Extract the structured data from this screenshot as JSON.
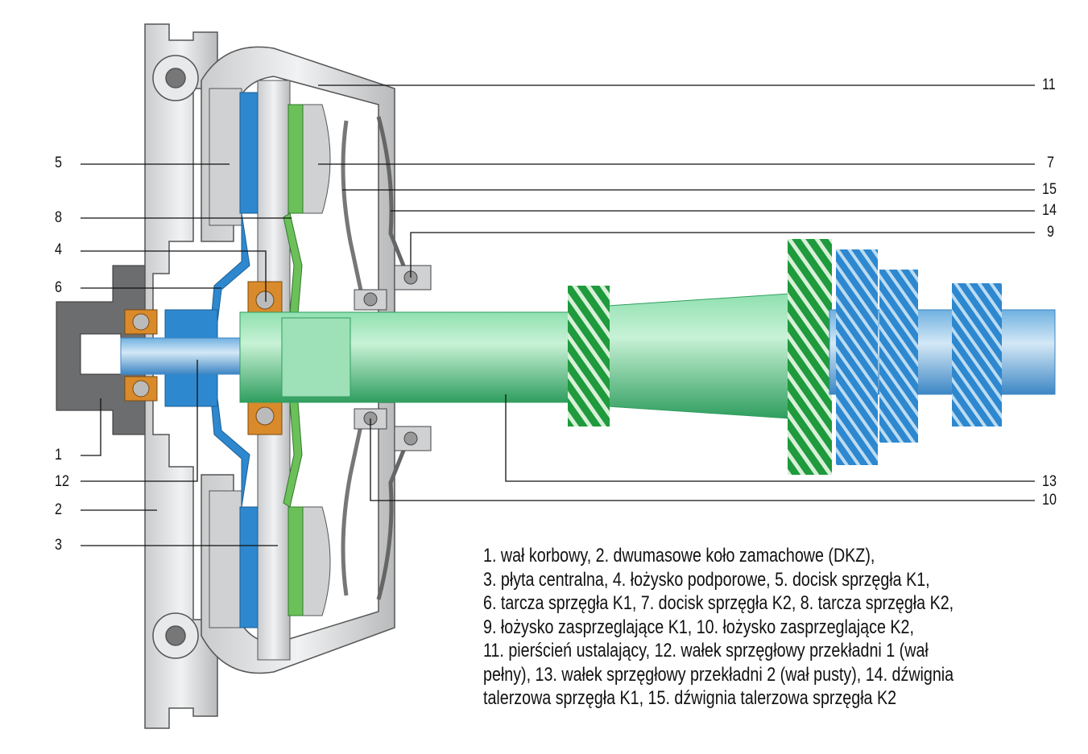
{
  "title": "Dual clutch cross-section",
  "colors": {
    "housing": "#d6d8da",
    "k1": "#2e88cf",
    "k2": "#5aa74a",
    "shaft": "#4cc08a",
    "bearing": "#d98a2a",
    "lines": "#111111"
  },
  "labels": {
    "l1": "1",
    "l2": "2",
    "l3": "3",
    "l4": "4",
    "l5": "5",
    "l6": "6",
    "l7": "7",
    "l8": "8",
    "l9": "9",
    "l10": "10",
    "l11": "11",
    "l12": "12",
    "l13": "13",
    "l14": "14",
    "l15": "15"
  },
  "caption": [
    "1. wał korbowy, 2. dwumasowe koło zamachowe (DKZ),",
    "3. płyta centralna, 4. łożysko podporowe, 5. docisk sprzęgła K1,",
    "6. tarcza sprzęgła K1, 7. docisk sprzęgła K2, 8. tarcza sprzęgła K2,",
    "9. łożysko zasprzeglające K1, 10. łożysko zasprzeglające K2,",
    "11. pierścień ustalający, 12. wałek sprzęgłowy przekładni 1 (wał",
    "pełny), 13. wałek sprzęgłowy przekładni 2 (wał pusty), 14. dźwignia",
    "talerzowa sprzęgła K1, 15. dźwignia talerzowa sprzęgła K2"
  ]
}
